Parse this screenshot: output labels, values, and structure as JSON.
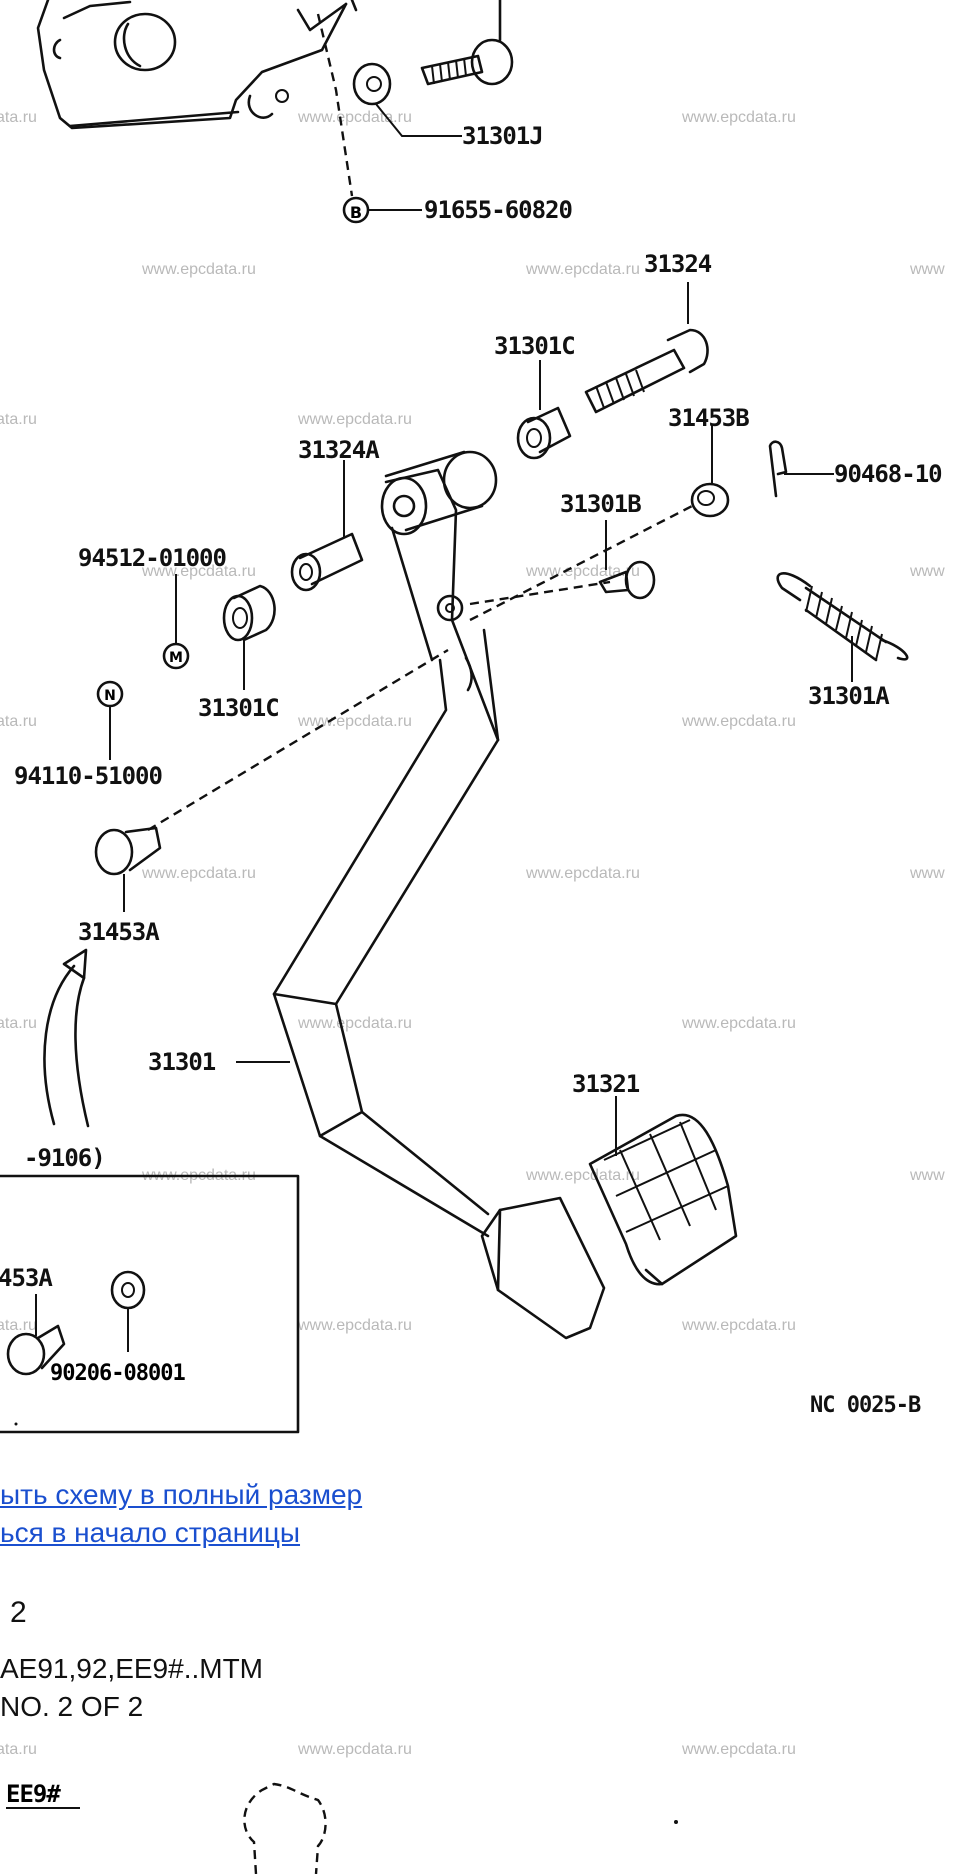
{
  "diagram": {
    "watermark": "www.epcdata.ru",
    "watermark_partial_left": "ata.ru",
    "watermark_partial_right": "www",
    "parts": {
      "p31301J": "31301J",
      "p91655": "91655-60820",
      "circleB": "B",
      "p31324": "31324",
      "p31301C_top": "31301C",
      "p31453B": "31453B",
      "p90468": "90468-10",
      "p31324A": "31324A",
      "p31301B": "31301B",
      "p94512": "94512-01000",
      "circleM": "M",
      "circleN": "N",
      "p31301C_low": "31301C",
      "p31301A": "31301A",
      "p94110": "94110-51000",
      "p31453A": "31453A",
      "p31301": "31301",
      "p31321": "31321",
      "p9106": "-9106)",
      "inset_453A": "453A",
      "inset_90206": "90206-08001",
      "code": "NC 0025-B"
    }
  },
  "links": {
    "open_full": "ыть схему в полный размер",
    "back_top": "ься в начало страницы"
  },
  "page_number": "2",
  "model": {
    "line1": "AE91,92,EE9#..MTM",
    "line2": "NO. 2 OF 2"
  },
  "bottom": {
    "watermark": "www.epcdata.ru",
    "watermark_partial_left": "ata.ru",
    "label": "EE9#"
  }
}
